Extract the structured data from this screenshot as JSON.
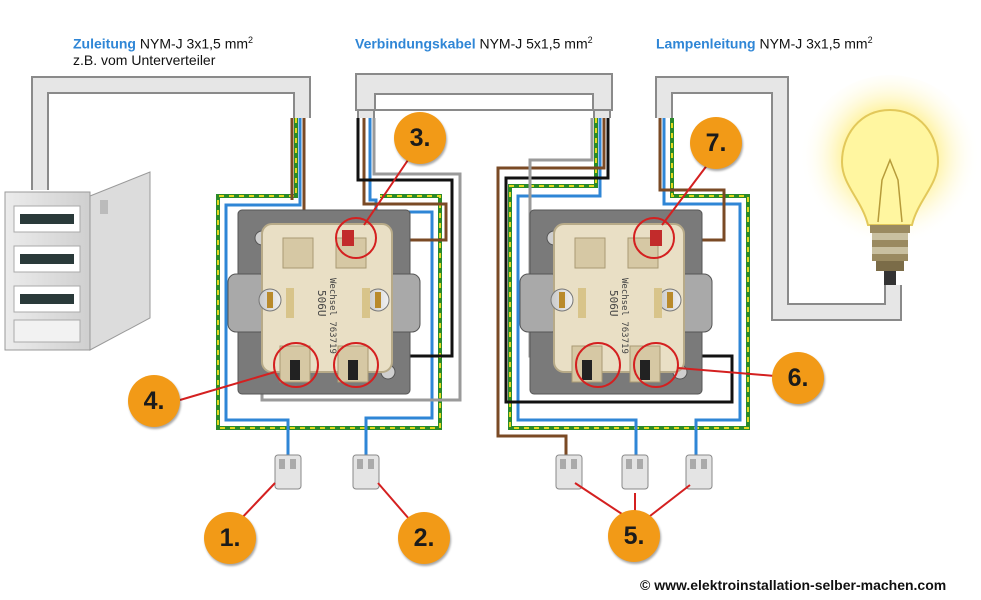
{
  "labels": {
    "supply_title": "Zuleitung",
    "supply_cable": "NYM-J 3x1,5 mm",
    "supply_sup": "2",
    "supply_note": "z.B. vom Unterverteiler",
    "link_title": "Verbindungskabel",
    "link_cable": "NYM-J 5x1,5 mm",
    "link_sup": "2",
    "lamp_title": "Lampenleitung",
    "lamp_cable": "NYM-J 3x1,5 mm",
    "lamp_sup": "2"
  },
  "switch_text": {
    "model": "506U",
    "type": "Wechsel 763719"
  },
  "badges": [
    "1.",
    "2.",
    "3.",
    "4.",
    "5.",
    "6.",
    "7."
  ],
  "copyright": "© www.elektroinstallation-selber-machen.com",
  "colors": {
    "badge": "#f29a17",
    "accent_blue": "#2f86d6",
    "wire_brown": "#7a4a25",
    "wire_blue": "#2f86d6",
    "wire_black": "#111111",
    "wire_grey": "#9a9a9a",
    "wire_green_yellow": "#d8d21f",
    "marker_red": "#d42020"
  }
}
